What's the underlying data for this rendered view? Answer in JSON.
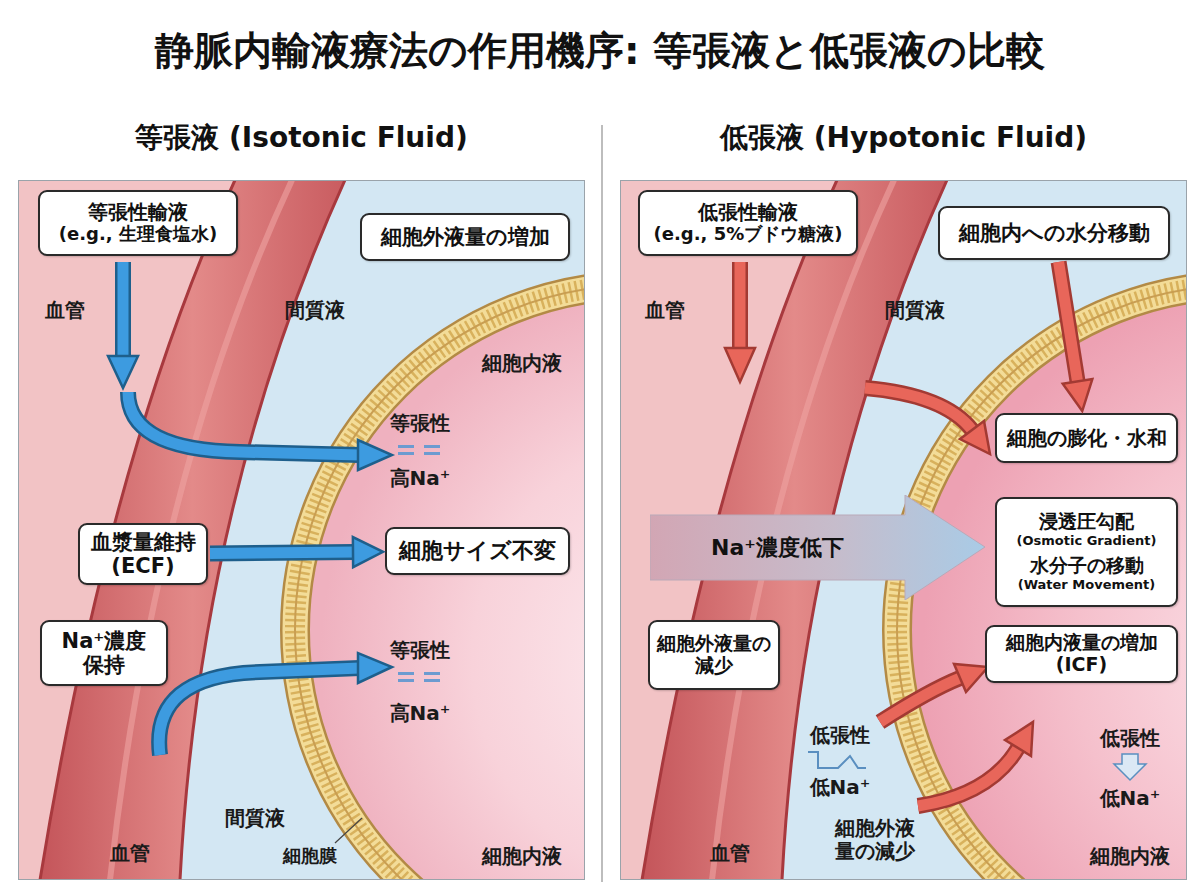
{
  "diagram": {
    "title": "静脈内輸液療法の作用機序: 等張液と低張液の比較",
    "nodes": [
      {
        "text": [
          "等張液 (Isotonic Fluid)"
        ]
      },
      {
        "text": [
          "等張性輸液",
          "(e.g., 生理食塩水)"
        ],
        "in": 0
      },
      {
        "text": [
          "細胞外液量の増加"
        ],
        "in": 0
      },
      {
        "text": [
          "血漿量維持 (ECF)"
        ],
        "in": 0
      },
      {
        "text": [
          "細胞サイズ不変"
        ],
        "in": 0
      },
      {
        "text": [
          "Na⁺濃度 保持"
        ],
        "in": 0
      },
      {
        "text": [
          "低張液 (Hypotonic Fluid)"
        ]
      },
      {
        "text": [
          "低張性輸液",
          "(e.g., 5%ブドウ糖液)"
        ],
        "in": 6
      },
      {
        "text": [
          "細胞内への水分移動"
        ],
        "in": 6
      },
      {
        "text": [
          "細胞の膨化・水和"
        ],
        "in": 6
      },
      {
        "text": [
          "Na⁺濃度低下"
        ],
        "in": 6
      },
      {
        "text": [
          "浸透圧勾配",
          "(Osmotic Gradient)",
          "水分子の移動",
          "(Water Movement)"
        ],
        "in": 6
      },
      {
        "text": [
          "細胞外液量の 減少"
        ],
        "in": 6
      },
      {
        "text": [
          "細胞内液量の増加 (ICF)"
        ],
        "in": 6
      }
    ],
    "edges": [
      {
        "from": 3,
        "to": 4,
        "arrow": "to"
      },
      {
        "from": 8,
        "to": 9,
        "arrow": "to"
      }
    ],
    "labels": [
      "血管",
      "間質液",
      "細胞内液",
      "等張性",
      "高Na⁺",
      "等張性",
      "高Na⁺",
      "間質液",
      "血管",
      "細胞膜",
      "細胞内液",
      "血管",
      "間質液",
      "低張性",
      "低Na⁺",
      "低張性",
      "低Na⁺",
      "細胞外液 量の減少",
      "血管",
      "細胞内液"
    ]
  }
}
